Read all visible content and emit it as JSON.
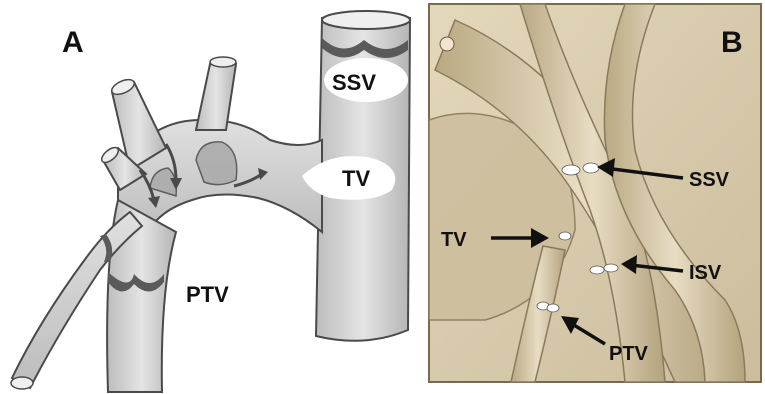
{
  "panel_a": {
    "letter": "A",
    "labels": {
      "ssv": "SSV",
      "tv": "TV",
      "ptv": "PTV"
    }
  },
  "panel_b": {
    "letter": "B",
    "labels": {
      "ssv": "SSV",
      "tv": "TV",
      "isv": "ISV",
      "ptv": "PTV"
    }
  },
  "colors": {
    "vein_fill": "#cfcfcf",
    "vein_stroke": "#4a4a4a",
    "valve_dark": "#555555",
    "engraving_bg": "#d9ccae",
    "engraving_line": "#8a7a5c"
  }
}
